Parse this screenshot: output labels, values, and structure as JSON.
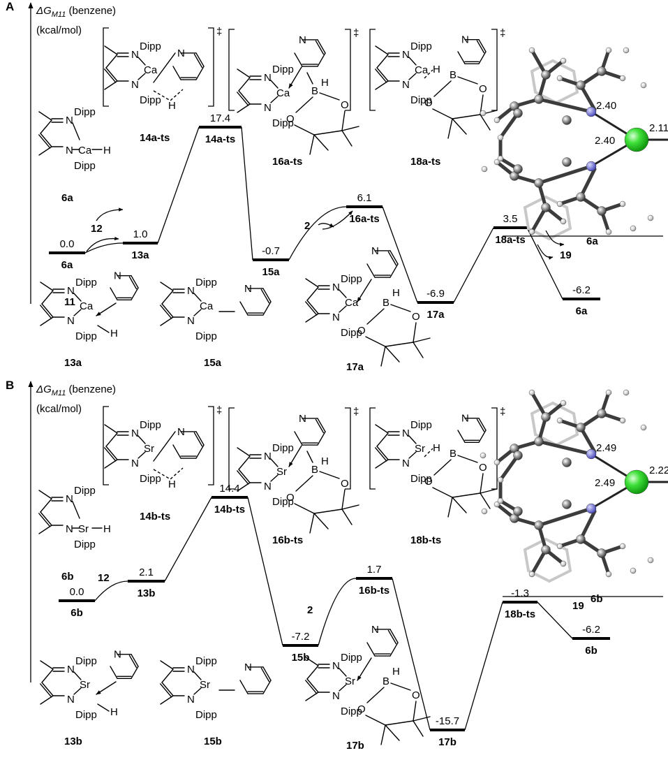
{
  "panels": [
    {
      "label": "A",
      "axis_title": "ΔG",
      "axis_sub": "M11",
      "axis_paren": " (benzene)",
      "axis_unit": "(kcal/mol)",
      "levels": [
        {
          "value": "0.0",
          "name": "6a"
        },
        {
          "value": "1.0",
          "name": "13a"
        },
        {
          "value": "17.4",
          "name": "14a-ts"
        },
        {
          "value": "-0.7",
          "name": "15a"
        },
        {
          "value": "6.1",
          "name": "16a-ts"
        },
        {
          "value": "-6.9",
          "name": "17a"
        },
        {
          "value": "3.5",
          "name": "18a-ts"
        },
        {
          "value": "-6.2",
          "name": "6a"
        }
      ],
      "reagents": {
        "r12": "12",
        "r2": "2",
        "r19": "19"
      },
      "structures": {
        "s6": "6a",
        "s14": "14a-ts",
        "s16": "16a-ts",
        "s18": "18a-ts",
        "s13": "13a",
        "s15": "15a",
        "s17": "17a",
        "s3d": "6a"
      },
      "metal": "Ca",
      "dipp": "Dipp",
      "atoms": {
        "N": "N",
        "H": "H",
        "B": "B",
        "O": "O"
      },
      "ts_mark": "‡",
      "num11": "11",
      "dist": {
        "d1": "2.40",
        "d2": "2.40",
        "d3": "2.11"
      },
      "ball_color": "#22c41e"
    },
    {
      "label": "B",
      "axis_title": "ΔG",
      "axis_sub": "M11",
      "axis_paren": " (benzene)",
      "axis_unit": "(kcal/mol)",
      "levels": [
        {
          "value": "0.0",
          "name": "6b"
        },
        {
          "value": "2.1",
          "name": "13b"
        },
        {
          "value": "14.4",
          "name": "14b-ts"
        },
        {
          "value": "-7.2",
          "name": "15b"
        },
        {
          "value": "1.7",
          "name": "16b-ts"
        },
        {
          "value": "-15.7",
          "name": "17b"
        },
        {
          "value": "-1.3",
          "name": "18b-ts"
        },
        {
          "value": "-6.2",
          "name": "6b"
        }
      ],
      "reagents": {
        "r12": "12",
        "r2": "2",
        "r19": "19"
      },
      "structures": {
        "s6": "6b",
        "s14": "14b-ts",
        "s16": "16b-ts",
        "s18": "18b-ts",
        "s13": "13b",
        "s15": "15b",
        "s17": "17b",
        "s3d": "6b"
      },
      "metal": "Sr",
      "dipp": "Dipp",
      "atoms": {
        "N": "N",
        "H": "H",
        "B": "B",
        "O": "O"
      },
      "ts_mark": "‡",
      "num11": "",
      "dist": {
        "d1": "2.49",
        "d2": "2.49",
        "d3": "2.22"
      },
      "ball_color": "#22c41e"
    }
  ]
}
